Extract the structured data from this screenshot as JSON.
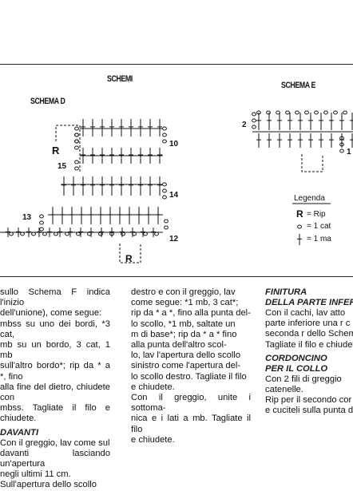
{
  "diagram": {
    "title": "SCHEMI",
    "schema_d": {
      "label": "SCHEMA D",
      "row_numbers": [
        "10",
        "14",
        "13",
        "12"
      ],
      "marker_r": "R",
      "marker_15": "15"
    },
    "schema_e": {
      "label": "SCHEMA E",
      "row_numbers": [
        "2",
        "1"
      ]
    },
    "legend": {
      "title": "Legenda",
      "items": [
        {
          "symbol": "R",
          "text": "= Rip"
        },
        {
          "symbol": "circle",
          "text": "= 1 cat"
        },
        {
          "symbol": "cross",
          "text": "= 1 ma"
        }
      ]
    }
  },
  "text": {
    "col1": [
      "sullo Schema F indica l'inizio",
      "dell'unione), come segue:",
      "mbss su uno dei bordi, *3 cat,",
      "mb su un bordo, 3 cat, 1 mb",
      "sull'altro bordo*; rip da * a *, fino",
      "alla fine del dietro, chiudete con",
      "mbss. Tagliate il filo e chiudete."
    ],
    "col1_heading": "DAVANTI",
    "col1b": [
      "Con il greggio, lav come sul",
      "davanti lasciando un'apertura",
      "negli ultimi 11 cm.",
      "Sull'apertura dello scollo"
    ],
    "col2": [
      "destro e con il greggio, lav",
      "come segue: *1 mb, 3 cat*;",
      "rip da * a *, fino alla punta del-",
      "lo scollo, *1 mb, saltate un",
      "m di base*; rip da * a * fino",
      "alla punta dell'altro scol-",
      "lo, lav l'apertura dello scollo",
      "sinistro come l'apertura del-",
      "lo scollo destro. Tagliate il filo",
      "e chiudete.",
      "Con il greggio, unite i sottoma-",
      "nica e i lati a mb. Tagliate il filo",
      "e chiudete."
    ],
    "col3_heading1": "FINITURA",
    "col3_heading2": "DELLA PARTE INFERI",
    "col3a": [
      "Con il cachi, lav atto",
      "parte inferiore una r c",
      "seconda r dello Schem",
      "Tagliate il filo e chiudet"
    ],
    "col3_heading3": "CORDONCINO",
    "col3_heading4": "PER IL COLLO",
    "col3b": [
      "Con 2 fili di greggio",
      "catenelle.",
      "Rip per il secondo cor",
      "e cuciteli sulla punta d"
    ]
  }
}
